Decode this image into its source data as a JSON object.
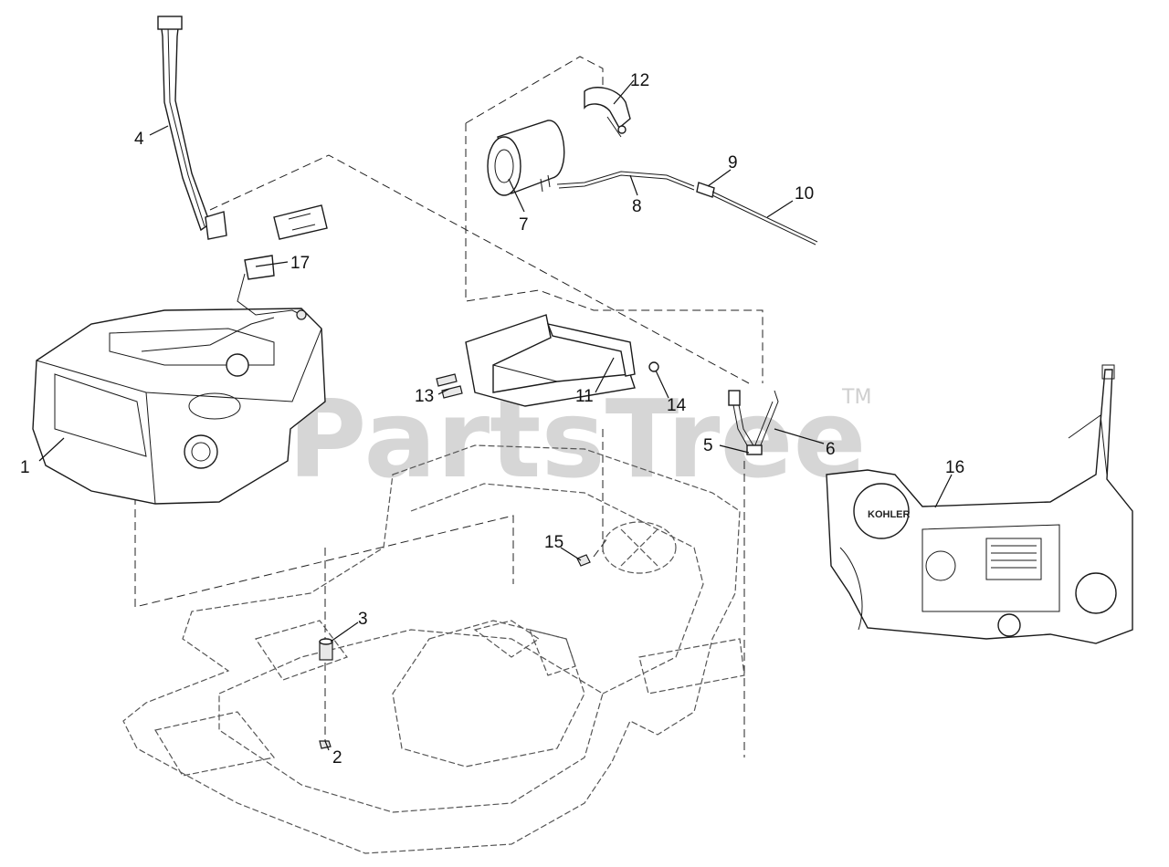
{
  "watermark": {
    "text": "PartsTree",
    "tm": "TM"
  },
  "engine_badge": "KOHLER",
  "callouts": [
    {
      "id": "1",
      "label": "1"
    },
    {
      "id": "2",
      "label": "2"
    },
    {
      "id": "3",
      "label": "3"
    },
    {
      "id": "4",
      "label": "4"
    },
    {
      "id": "5",
      "label": "5"
    },
    {
      "id": "6",
      "label": "6"
    },
    {
      "id": "7",
      "label": "7"
    },
    {
      "id": "8",
      "label": "8"
    },
    {
      "id": "9",
      "label": "9"
    },
    {
      "id": "10",
      "label": "10"
    },
    {
      "id": "11",
      "label": "11"
    },
    {
      "id": "12",
      "label": "12"
    },
    {
      "id": "13",
      "label": "13"
    },
    {
      "id": "14",
      "label": "14"
    },
    {
      "id": "15",
      "label": "15"
    },
    {
      "id": "16",
      "label": "16"
    },
    {
      "id": "17",
      "label": "17"
    }
  ]
}
